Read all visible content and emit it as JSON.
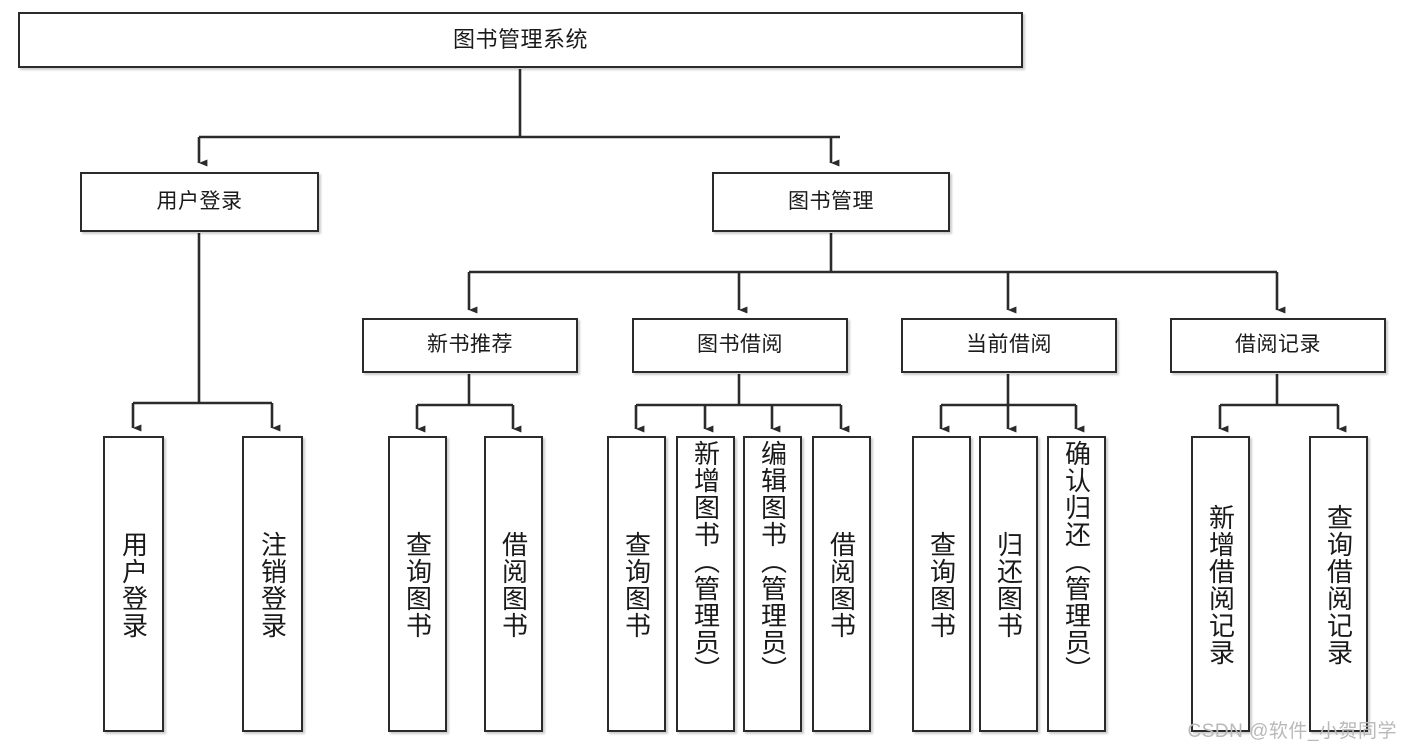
{
  "diagram": {
    "type": "tree",
    "title": "图书管理系统",
    "watermark": "CSDN @软件_小贺同学",
    "colors": {
      "background": "#ffffff",
      "box_border": "#2b2b2b",
      "box_fill": "#ffffff",
      "connector": "#2b2b2b",
      "text": "#1a1a1a",
      "watermark": "#b9b9b9"
    },
    "nodes": {
      "root": {
        "label": "图书管理系统"
      },
      "level2": [
        {
          "label": "用户登录"
        },
        {
          "label": "图书管理"
        }
      ],
      "level3": [
        {
          "label": "新书推荐"
        },
        {
          "label": "图书借阅"
        },
        {
          "label": "当前借阅"
        },
        {
          "label": "借阅记录"
        }
      ],
      "leaves": [
        {
          "label": "用户登录"
        },
        {
          "label": "注销登录"
        },
        {
          "label": "查询图书"
        },
        {
          "label": "借阅图书"
        },
        {
          "label": "查询图书"
        },
        {
          "label": "新增图书（管理员）"
        },
        {
          "label": "编辑图书（管理员）"
        },
        {
          "label": "借阅图书"
        },
        {
          "label": "查询图书"
        },
        {
          "label": "归还图书"
        },
        {
          "label": "确认归还（管理员）"
        },
        {
          "label": "新增借阅记录"
        },
        {
          "label": "查询借阅记录"
        }
      ]
    },
    "edges": [
      {
        "from": "图书管理系统",
        "to": "用户登录"
      },
      {
        "from": "图书管理系统",
        "to": "图书管理"
      },
      {
        "from": "用户登录",
        "to": "用户登录"
      },
      {
        "from": "用户登录",
        "to": "注销登录"
      },
      {
        "from": "图书管理",
        "to": "新书推荐"
      },
      {
        "from": "图书管理",
        "to": "图书借阅"
      },
      {
        "from": "图书管理",
        "to": "当前借阅"
      },
      {
        "from": "图书管理",
        "to": "借阅记录"
      },
      {
        "from": "新书推荐",
        "to": "查询图书"
      },
      {
        "from": "新书推荐",
        "to": "借阅图书"
      },
      {
        "from": "图书借阅",
        "to": "查询图书"
      },
      {
        "from": "图书借阅",
        "to": "新增图书（管理员）"
      },
      {
        "from": "图书借阅",
        "to": "编辑图书（管理员）"
      },
      {
        "from": "图书借阅",
        "to": "借阅图书"
      },
      {
        "from": "当前借阅",
        "to": "查询图书"
      },
      {
        "from": "当前借阅",
        "to": "归还图书"
      },
      {
        "from": "当前借阅",
        "to": "确认归还（管理员）"
      },
      {
        "from": "借阅记录",
        "to": "新增借阅记录"
      },
      {
        "from": "借阅记录",
        "to": "查询借阅记录"
      }
    ]
  }
}
